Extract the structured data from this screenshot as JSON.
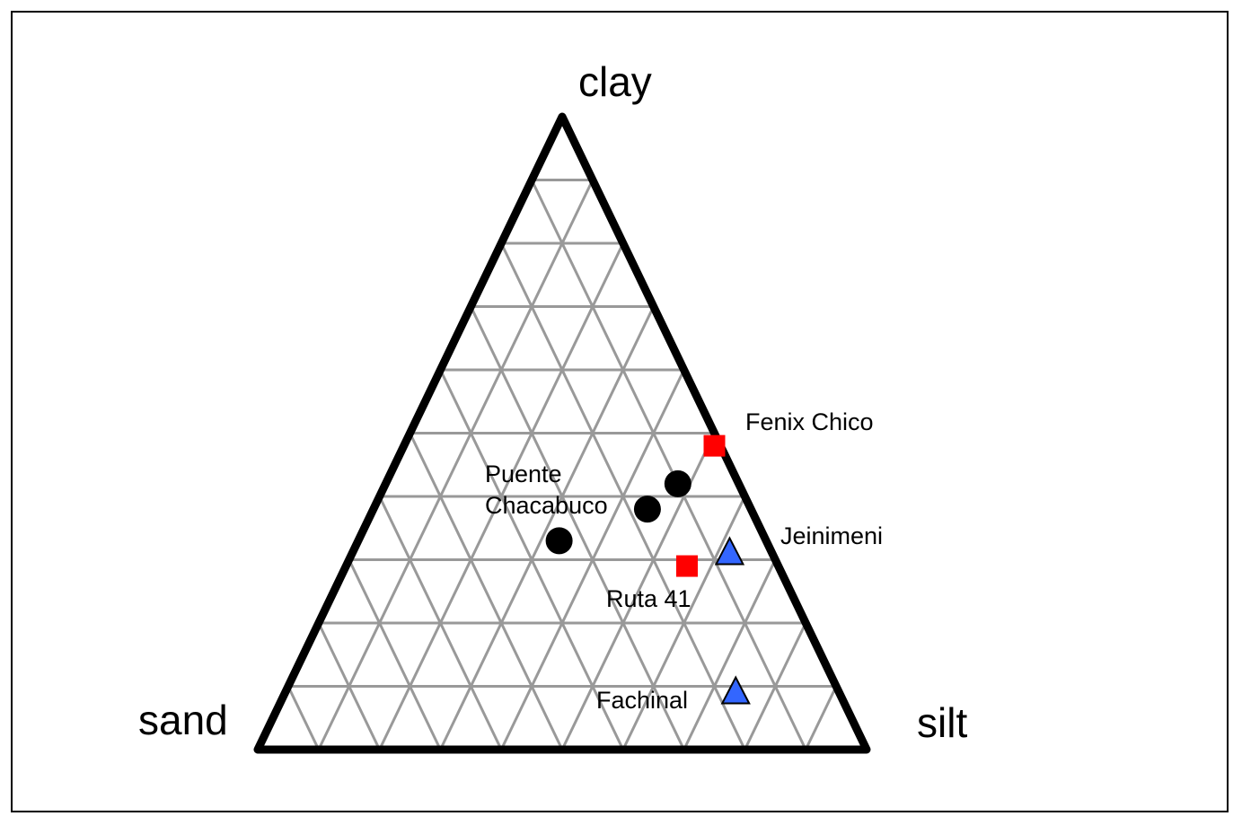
{
  "chart_data": {
    "type": "scatter",
    "subtype": "ternary",
    "axes": {
      "top": "clay",
      "left": "sand",
      "right": "silt"
    },
    "grid": {
      "on": true,
      "step": 10,
      "color": "#999999"
    },
    "series": [
      {
        "name": "Fenix Chico",
        "marker": "square",
        "color": "#ff0000",
        "points": [
          {
            "clay": 48,
            "silt": 51,
            "sand": 1
          }
        ]
      },
      {
        "name": "Ruta 41",
        "marker": "square",
        "color": "#ff0000",
        "points": [
          {
            "clay": 29,
            "silt": 56,
            "sand": 15
          }
        ]
      },
      {
        "name": "Puente Chacabuco",
        "marker": "circle",
        "color": "#000000",
        "points": [
          {
            "clay": 42,
            "silt": 48,
            "sand": 10
          },
          {
            "clay": 38,
            "silt": 45,
            "sand": 17
          },
          {
            "clay": 33,
            "silt": 33,
            "sand": 34
          }
        ]
      },
      {
        "name": "Jeinimeni",
        "marker": "triangle",
        "color": "#3366ff",
        "points": [
          {
            "clay": 31,
            "silt": 62,
            "sand": 7
          }
        ]
      },
      {
        "name": "Fachinal",
        "marker": "triangle",
        "color": "#3366ff",
        "points": [
          {
            "clay": 9,
            "silt": 74,
            "sand": 17
          }
        ]
      }
    ],
    "labels": {
      "fenix": "Fenix Chico",
      "puente1": "Puente",
      "puente2": "Chacabuco",
      "jeinimeni": "Jeinimeni",
      "ruta": "Ruta 41",
      "fachinal": "Fachinal"
    }
  }
}
